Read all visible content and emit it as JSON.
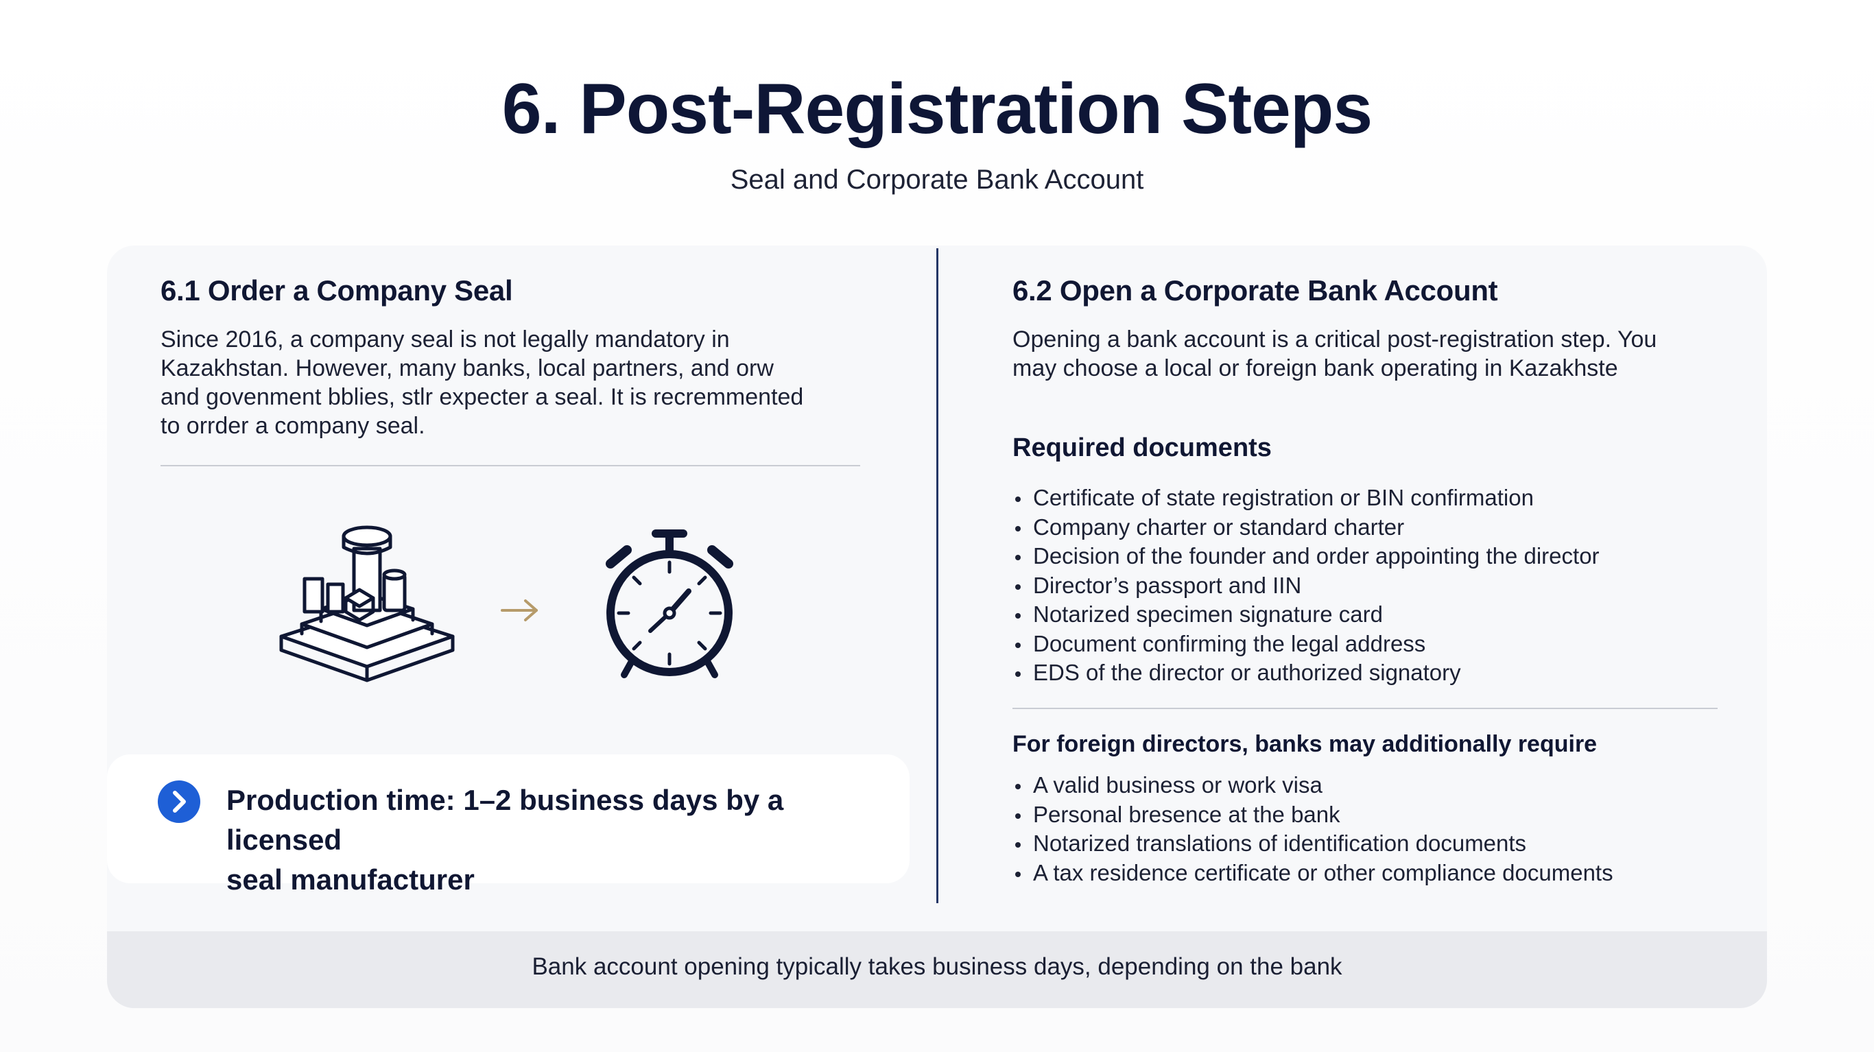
{
  "header": {
    "title": "6. Post-Registration Steps",
    "subtitle": "Seal and Corporate Bank Account"
  },
  "left": {
    "heading": "6.1 Order a Company Seal",
    "body_lines": [
      "Since 2016, a company seal is not legally mandatory in",
      "Kazakhstan. However, many banks, local partners, and orw",
      "and govenment bblies, stlr expecter a seal. It is recremmented",
      "to orrder a company seal."
    ],
    "icons": [
      "seal-stamp-icon",
      "arrow-right-icon",
      "stopwatch-icon"
    ],
    "production": {
      "icon": "chevron-right-icon",
      "lines": [
        "Production time: 1–2 business days by a licensed",
        "seal manufacturer"
      ]
    }
  },
  "right": {
    "heading": "6.2 Open a Corporate Bank Account",
    "body_lines": [
      "Opening a bank account is a critical post-registration step. You",
      " may choose a local or foreign bank operating in Kazakhste"
    ],
    "required_title": "Required documents",
    "required_items": [
      "Certificate of state registration or BIN confirmation",
      "Company charter or standard charter",
      "Decision of the founder and order appointing the director",
      "Director’s passport and IIN",
      "Notarized specimen signature card",
      "Document confirming the legal address",
      "EDS of the director or authorized signatory"
    ],
    "foreign_title": "For foreign directors, banks may additionally require",
    "foreign_items": [
      "A valid business or work visa",
      "Personal bresence at the bank",
      "Notarized translations of identification documents",
      "A tax residence certificate or other compliance documents"
    ]
  },
  "footer": {
    "text": "Bank account opening typically takes business days, depending on the bank"
  },
  "colors": {
    "title": "#0e1636",
    "divider": "#243666",
    "accent_blue": "#1e5fd6",
    "arrow": "#b69b6a",
    "card_bg": "#f7f8fa",
    "footer_bg": "#e9eaee"
  }
}
